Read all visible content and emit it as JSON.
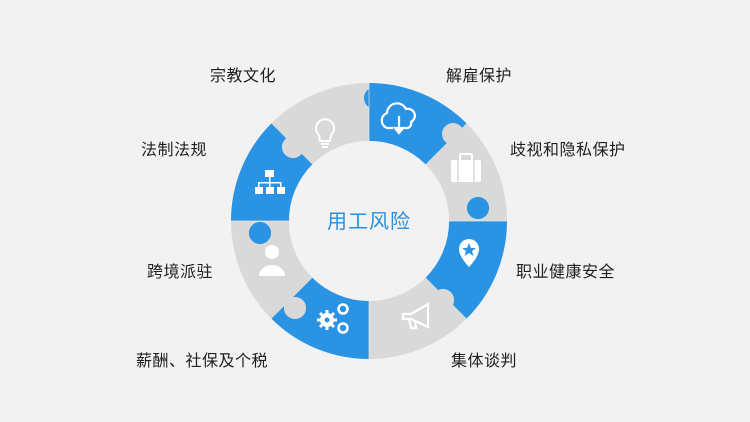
{
  "diagram": {
    "center_title": "用工风险",
    "colors": {
      "background": "#f2f2f2",
      "blue": "#2a93e3",
      "gray": "#d9d9d9",
      "center_text": "#2a8fde",
      "label_text": "#1f1f1f",
      "icon": "#ffffff"
    },
    "segments": [
      {
        "label": "解雇保护",
        "icon": "cloud-download-icon",
        "color": "blue"
      },
      {
        "label": "歧视和隐私保护",
        "icon": "briefcase-icon",
        "color": "gray"
      },
      {
        "label": "职业健康安全",
        "icon": "map-pin-star-icon",
        "color": "blue"
      },
      {
        "label": "集体谈判",
        "icon": "megaphone-icon",
        "color": "gray"
      },
      {
        "label": "薪酬、社保及个税",
        "icon": "gears-icon",
        "color": "blue"
      },
      {
        "label": "跨境派驻",
        "icon": "person-icon",
        "color": "gray"
      },
      {
        "label": "法制法规",
        "icon": "hierarchy-icon",
        "color": "blue"
      },
      {
        "label": "宗教文化",
        "icon": "lightbulb-icon",
        "color": "gray"
      }
    ]
  }
}
